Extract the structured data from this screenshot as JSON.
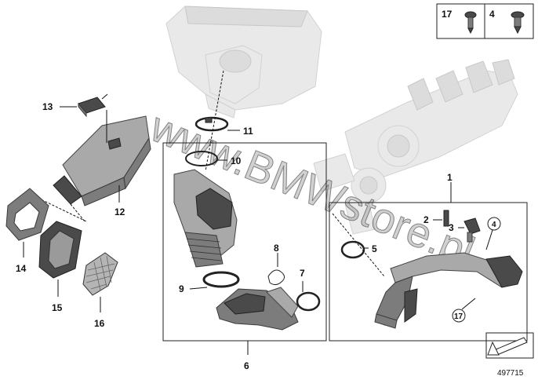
{
  "diagram_id": "497715",
  "watermark": "www.BMWstore.pl",
  "fasteners_box": {
    "left_item": "17",
    "right_item": "4"
  },
  "callouts": {
    "c1": "1",
    "c2": "2",
    "c3": "3",
    "c4": "4",
    "c5": "5",
    "c6": "6",
    "c7": "7",
    "c8": "8",
    "c9": "9",
    "c10": "10",
    "c11": "11",
    "c12": "12",
    "c13": "13",
    "c14": "14",
    "c15": "15",
    "c16": "16",
    "c17": "17"
  }
}
